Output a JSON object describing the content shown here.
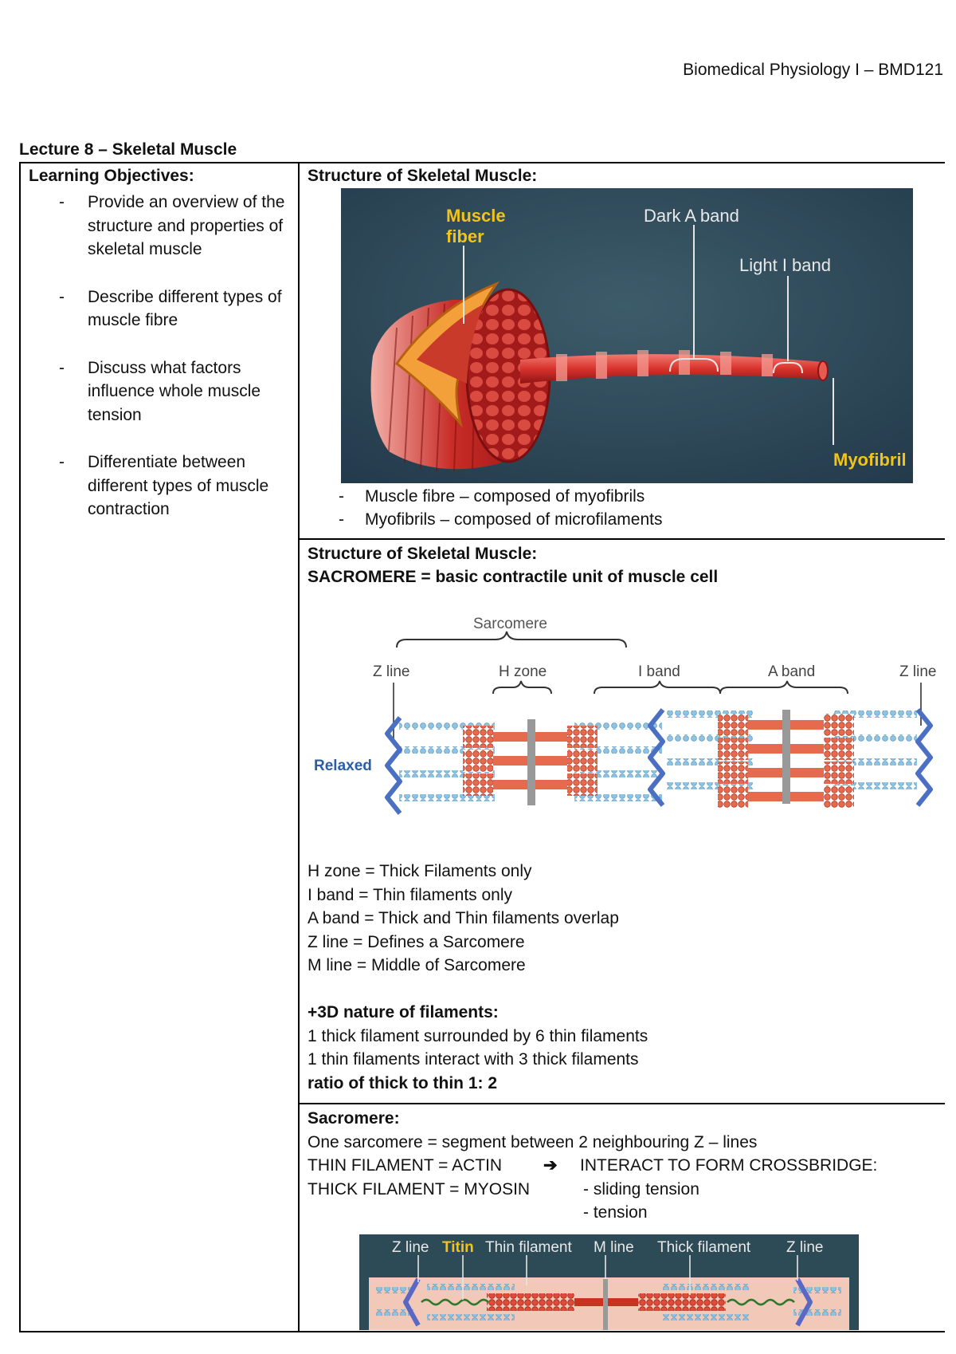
{
  "header": {
    "course": "Biomedical Physiology I – BMD121"
  },
  "lecture_title": "Lecture 8 – Skeletal Muscle",
  "objectives": {
    "heading": "Learning Objectives:",
    "items": [
      "Provide an overview of the structure and properties of skeletal muscle",
      "Describe different types of muscle fibre",
      "Discuss what factors influence whole muscle tension",
      "Differentiate between different types of muscle contraction"
    ]
  },
  "section1": {
    "heading": "Structure of Skeletal Muscle:",
    "figure": {
      "muscle_fiber_label_1": "Muscle",
      "muscle_fiber_label_2": "fiber",
      "dark_a_band": "Dark A band",
      "light_i_band": "Light I band",
      "myofibril": "Myofibril",
      "colors": {
        "background": "#2d4a57",
        "yellow": "#f2c318",
        "red": "#d8322c"
      }
    },
    "bullets": [
      "Muscle fibre – composed of myofibrils",
      "Myofibrils – composed of microfilaments"
    ]
  },
  "section2": {
    "heading": "Structure of Skeletal Muscle:",
    "subheading": "SACROMERE = basic contractile unit of muscle cell",
    "figure": {
      "sarcomere": "Sarcomere",
      "z_line_left": "Z line",
      "h_zone": "H zone",
      "i_band": "I band",
      "a_band": "A band",
      "z_line_right": "Z line",
      "relaxed": "Relaxed",
      "colors": {
        "blue": "#4a6fc3",
        "thin": "#8fc3e0",
        "thick": "#e56a4e",
        "label_blue": "#2a5ea8"
      }
    },
    "definitions": [
      "H zone = Thick Filaments only",
      "I band = Thin filaments only",
      "A band = Thick and Thin filaments overlap",
      "Z line = Defines a Sarcomere",
      "M line = Middle of Sarcomere"
    ],
    "nature_heading": "+3D nature of filaments:",
    "nature_lines": [
      "1 thick filament surrounded by 6 thin filaments",
      "1 thin filaments interact with 3 thick filaments"
    ],
    "ratio": "ratio of thick to thin 1: 2"
  },
  "section3": {
    "heading": "Sacromere:",
    "line1": "One sarcomere = segment between 2 neighbouring Z – lines",
    "thin": "THIN FILAMENT = ACTIN",
    "arrow": "➔",
    "interact": "INTERACT TO FORM CROSSBRIDGE:",
    "thick": "THICK FILAMENT = MYOSIN",
    "sub1": "- sliding tension",
    "sub2": "- tension",
    "figure": {
      "z_line_1": "Z line",
      "titin": "Titin",
      "thin_filament": "Thin filament",
      "m_line": "M line",
      "thick_filament": "Thick filament",
      "z_line_2": "Z line"
    }
  }
}
